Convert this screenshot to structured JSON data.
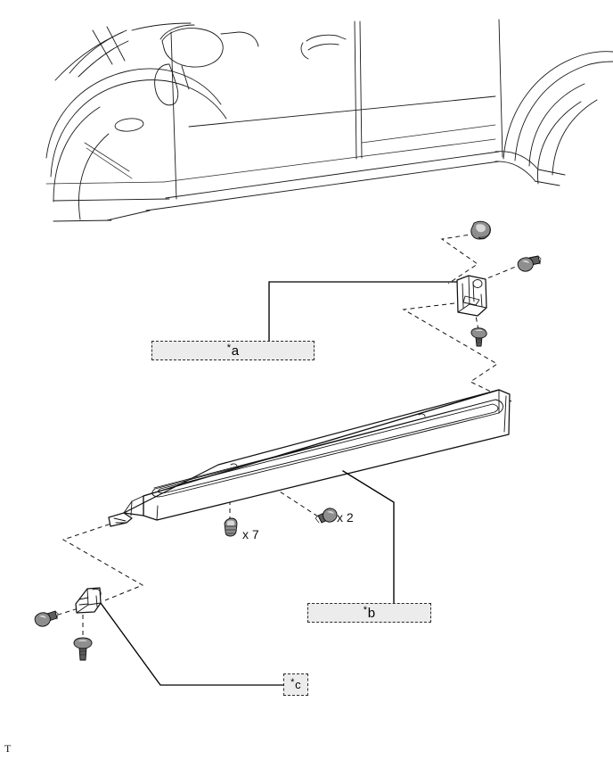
{
  "document": {
    "type": "exploded-parts-diagram",
    "subject": "Vehicle rocker panel / side sill molding assembly",
    "footer_mark": "T"
  },
  "labels": {
    "a": {
      "star": "*",
      "text": "a",
      "name": "callout-a"
    },
    "b": {
      "star": "*",
      "text": "b",
      "name": "callout-b"
    },
    "c": {
      "star": "*",
      "text": "c",
      "name": "callout-c"
    }
  },
  "quantities": {
    "clip": {
      "label": "x 7",
      "icon": "clip-icon"
    },
    "screw": {
      "label": "x 2",
      "icon": "screw-icon"
    }
  },
  "parts": {
    "vehicle_body": "vehicle-side-outline",
    "rocker_molding": "rocker-panel-molding",
    "upper_bracket": "upper-retainer-bracket",
    "lower_bracket": "lower-retainer-bracket",
    "fasteners": [
      "grommet-clip",
      "screw-upper-right",
      "screw-upper-lower",
      "screw-lower-left",
      "bolt-lower"
    ]
  },
  "colors": {
    "line": "#111111",
    "label_fill": "#ececec",
    "label_border": "#2a2a2a",
    "background": "#ffffff"
  }
}
